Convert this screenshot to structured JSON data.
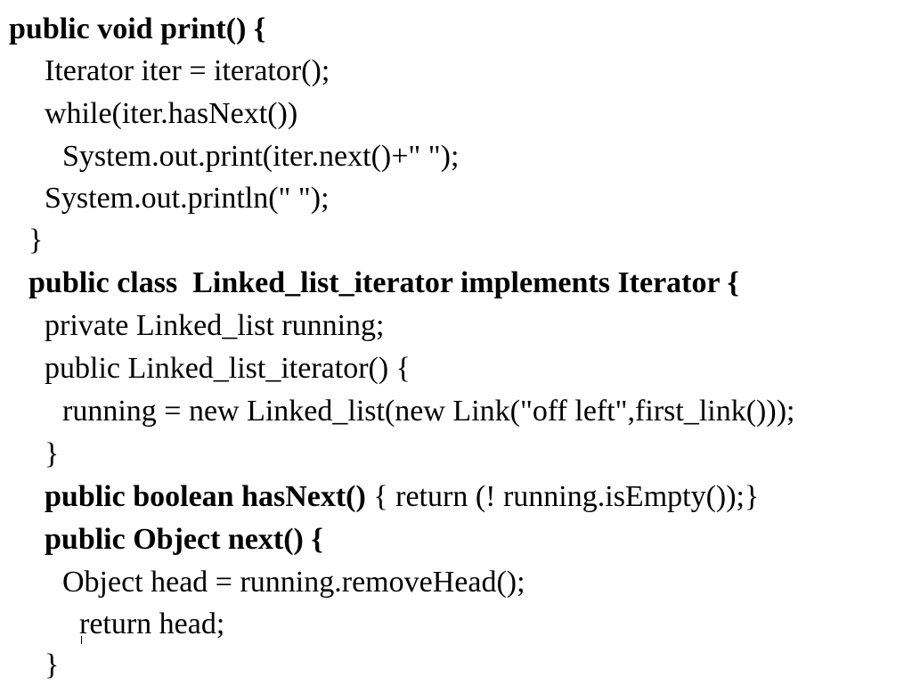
{
  "code": {
    "l1": {
      "b": "public void print() {"
    },
    "l2": {
      "n": "Iterator iter = iterator();"
    },
    "l3": {
      "n": "while(iter.hasNext())"
    },
    "l4": {
      "n": "System.out.print(iter.next()+\" \");"
    },
    "l5": {
      "n": "System.out.println(\" \");"
    },
    "l6": {
      "n": "}"
    },
    "l7": {
      "b": "public class  Linked_list_iterator implements Iterator {"
    },
    "l8": {
      "n": "private Linked_list running;"
    },
    "l9": {
      "n": "public Linked_list_iterator() {"
    },
    "l10": {
      "n": "running = new Linked_list(new Link(\"off left\",first_link()));"
    },
    "l11": {
      "n": "}"
    },
    "l12": {
      "b": "public boolean hasNext()",
      "n": " { return (! running.isEmpty());}"
    },
    "l13": {
      "b": "public Object next() {"
    },
    "l14": {
      "n": "Object head = running.removeHead();"
    },
    "l15": {
      "n": "return head;"
    },
    "l16": {
      "n": "}"
    }
  }
}
